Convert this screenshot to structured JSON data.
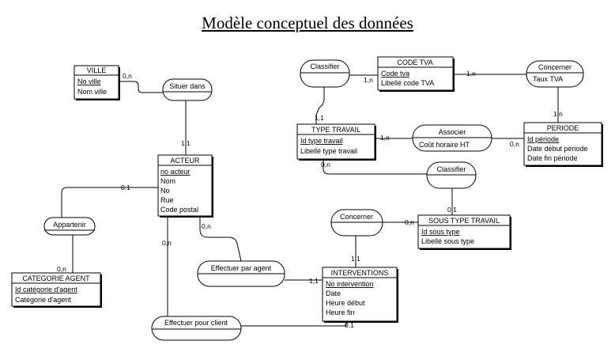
{
  "title": "Modèle conceptuel des données",
  "entities": {
    "ville": {
      "name": "VILLE",
      "attrs": [
        "No ville",
        "Nom ville"
      ]
    },
    "acteur": {
      "name": "ACTEUR",
      "attrs": [
        "no acteur",
        "Nom",
        "No",
        "Rue",
        "Code postal"
      ]
    },
    "categorie_agent": {
      "name": "CATEGORIE AGENT",
      "attrs": [
        "Id catégorie d'agent",
        "Catégorie d'agent"
      ]
    },
    "code_tva": {
      "name": "CODE TVA",
      "attrs": [
        "Code tva",
        "Libellé code TVA"
      ]
    },
    "type_travail": {
      "name": "TYPE TRAVAIL",
      "attrs": [
        "Id type travail",
        "Libellé type travail"
      ]
    },
    "periode": {
      "name": "PERIODE",
      "attrs": [
        "Id période",
        "Date début période",
        "Date fin période"
      ]
    },
    "sous_type_travail": {
      "name": "SOUS TYPE TRAVAIL",
      "attrs": [
        "Id sous type",
        "Libellé sous type"
      ]
    },
    "interventions": {
      "name": "INTERVENTIONS",
      "attrs": [
        "No intervention",
        "Date",
        "Heure début",
        "Heure fin"
      ]
    }
  },
  "relations": {
    "situer_dans": {
      "name": "Situer dans",
      "attrs": []
    },
    "appartenir": {
      "name": "Appartenir",
      "attrs": []
    },
    "effectuer_agent": {
      "name": "Effectuer par agent",
      "attrs": []
    },
    "effectuer_client": {
      "name": "Effectuer pour client",
      "attrs": []
    },
    "classifier_top": {
      "name": "Classifier",
      "attrs": []
    },
    "concerner_top": {
      "name": "Concerner",
      "attrs": [
        "Taux TVA"
      ]
    },
    "associer": {
      "name": "Associer",
      "attrs": [
        "Coût horaire HT"
      ]
    },
    "classifier_mid": {
      "name": "Classifier",
      "attrs": []
    },
    "concerner_mid": {
      "name": "Concerner",
      "attrs": []
    }
  },
  "cardinalities": {
    "ville_situer": "0,n",
    "acteur_situer": "1,1",
    "acteur_appartenir": "0,1",
    "categorie_appartenir": "0,n",
    "acteur_effectuer_agent": "0,n",
    "acteur_effectuer_client": "0,n",
    "interv_effectuer_agent": "1,1",
    "interv_effectuer_client": "0,1",
    "codetva_classifier": "1,n",
    "type_classifier_top": "1,1",
    "codetva_concerner": "1,n",
    "periode_concerner": "1,n",
    "type_associer": "1,n",
    "periode_associer": "0,n",
    "type_classifier_mid": "0,n",
    "sous_classifier_mid": "0,1",
    "sous_concerner": "0,n",
    "interv_concerner": "1,1"
  }
}
